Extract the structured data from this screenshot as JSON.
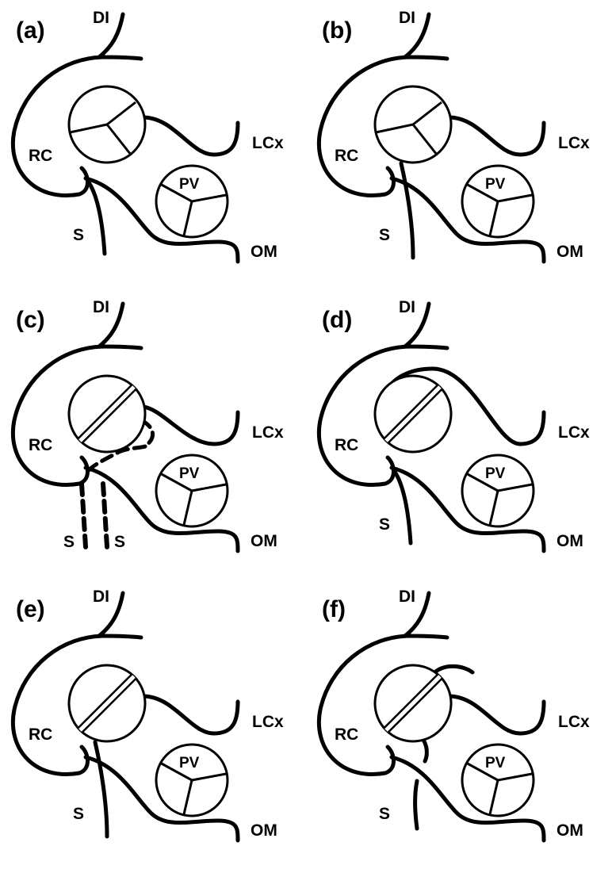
{
  "panels": [
    {
      "tag": "(a)",
      "di": "DI",
      "rc": "RC",
      "lcx": "LCx",
      "s": "S",
      "om": "OM",
      "pv": "PV",
      "s2": ""
    },
    {
      "tag": "(b)",
      "di": "DI",
      "rc": "RC",
      "lcx": "LCx",
      "s": "S",
      "om": "OM",
      "pv": "PV",
      "s2": ""
    },
    {
      "tag": "(c)",
      "di": "DI",
      "rc": "RC",
      "lcx": "LCx",
      "s": "S",
      "om": "OM",
      "pv": "PV",
      "s2": "S"
    },
    {
      "tag": "(d)",
      "di": "DI",
      "rc": "RC",
      "lcx": "LCx",
      "s": "S",
      "om": "OM",
      "pv": "PV",
      "s2": ""
    },
    {
      "tag": "(e)",
      "di": "DI",
      "rc": "RC",
      "lcx": "LCx",
      "s": "S",
      "om": "OM",
      "pv": "PV",
      "s2": ""
    },
    {
      "tag": "(f)",
      "di": "DI",
      "rc": "RC",
      "lcx": "LCx",
      "s": "S",
      "om": "OM",
      "pv": "PV",
      "s2": ""
    }
  ]
}
